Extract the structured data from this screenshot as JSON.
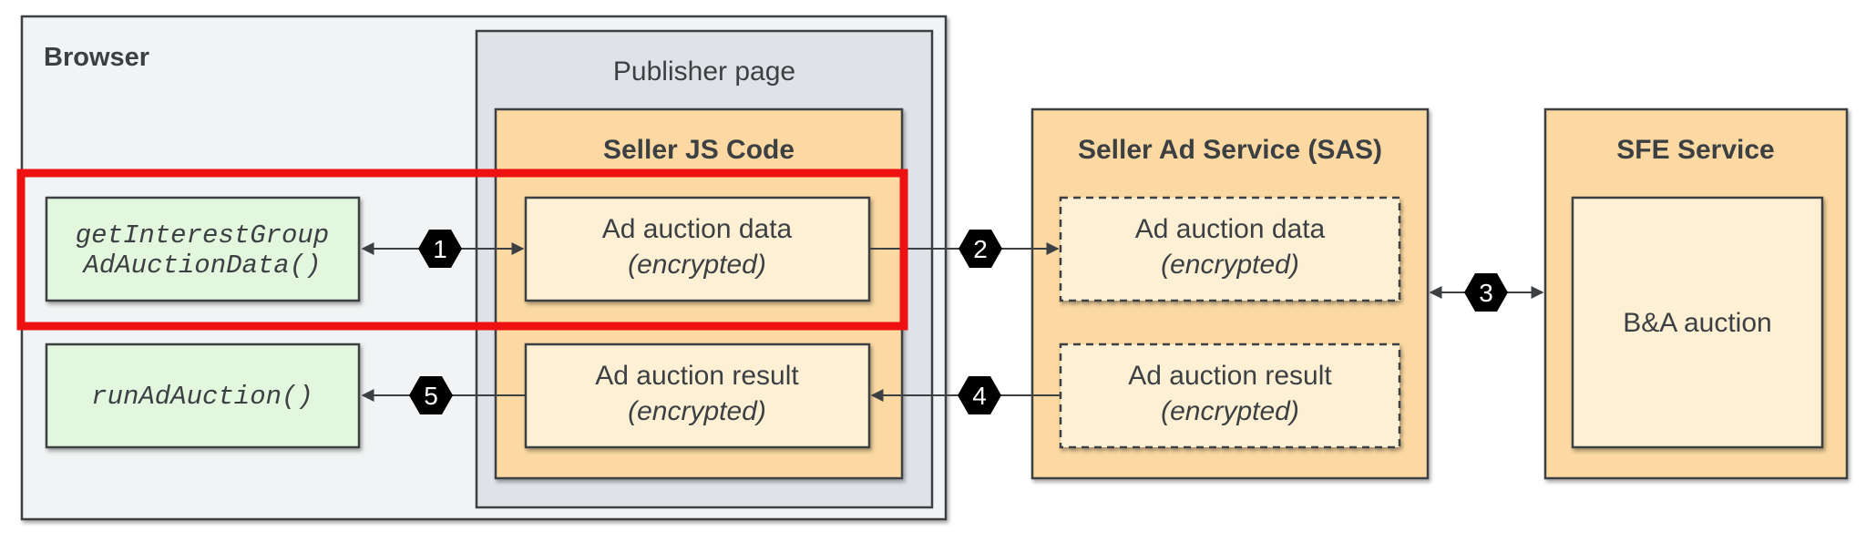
{
  "browser": {
    "title": "Browser"
  },
  "publisher": {
    "title": "Publisher page"
  },
  "seller_js": {
    "title": "Seller JS Code",
    "data_box": {
      "line1": "Ad auction data",
      "line2": "(encrypted)"
    },
    "result_box": {
      "line1": "Ad auction result",
      "line2": "(encrypted)"
    }
  },
  "browser_apis": {
    "get_data": {
      "line1": "getInterestGroup",
      "line2": "AdAuctionData()"
    },
    "run_auction": {
      "label": "runAdAuction()"
    }
  },
  "sas": {
    "title": "Seller Ad Service (SAS)",
    "data_box": {
      "line1": "Ad auction data",
      "line2": "(encrypted)"
    },
    "result_box": {
      "line1": "Ad auction result",
      "line2": "(encrypted)"
    }
  },
  "sfe": {
    "title": "SFE Service",
    "auction_box": {
      "label": "B&A auction"
    }
  },
  "steps": [
    "1",
    "2",
    "3",
    "4",
    "5"
  ],
  "colors": {
    "browser_bg": "#f1f3f4",
    "publisher_bg": "#dfe3e7",
    "seller_bg": "#fcd9a2",
    "inner_box_bg": "#fef0d5",
    "api_box_bg": "#e3f6de",
    "highlight": "#ee1111",
    "badge": "#000000",
    "text": "#3c4043"
  }
}
